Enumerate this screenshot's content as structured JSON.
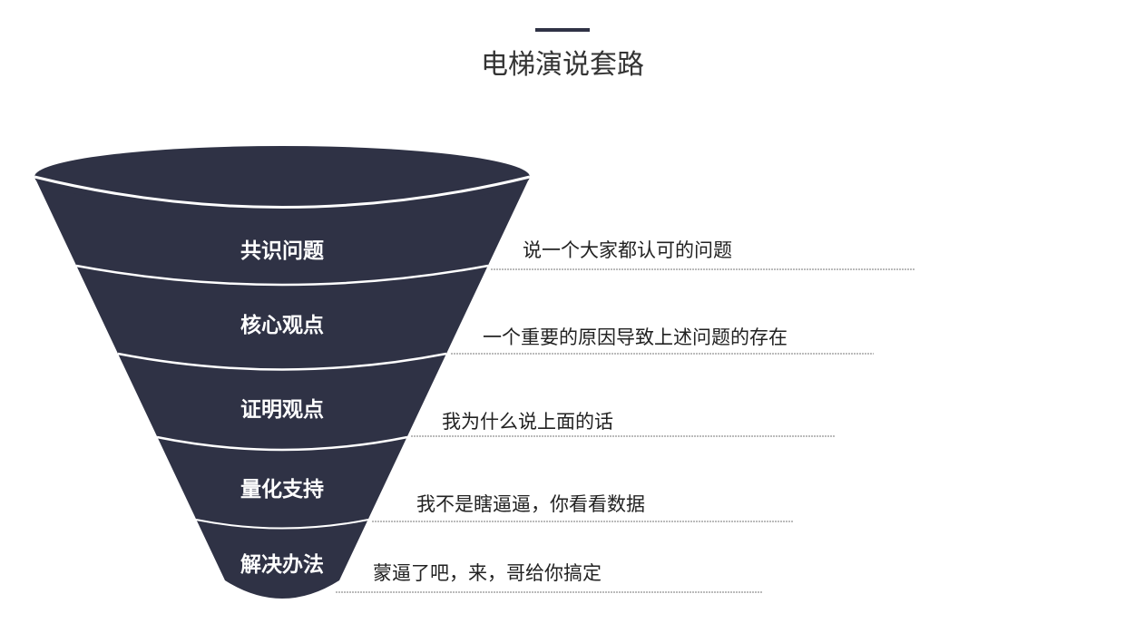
{
  "title": "电梯演说套路",
  "colors": {
    "funnel": "#2f3245",
    "separator": "#ffffff",
    "text": "#222222"
  },
  "stages": [
    {
      "label": "共识问题",
      "description": "说一个大家都认可的问题"
    },
    {
      "label": "核心观点",
      "description": "一个重要的原因导致上述问题的存在"
    },
    {
      "label": "证明观点",
      "description": "我为什么说上面的话"
    },
    {
      "label": "量化支持",
      "description": "我不是瞎逼逼，你看看数据"
    },
    {
      "label": "解决办法",
      "description": "蒙逼了吧，来，哥给你搞定"
    }
  ]
}
